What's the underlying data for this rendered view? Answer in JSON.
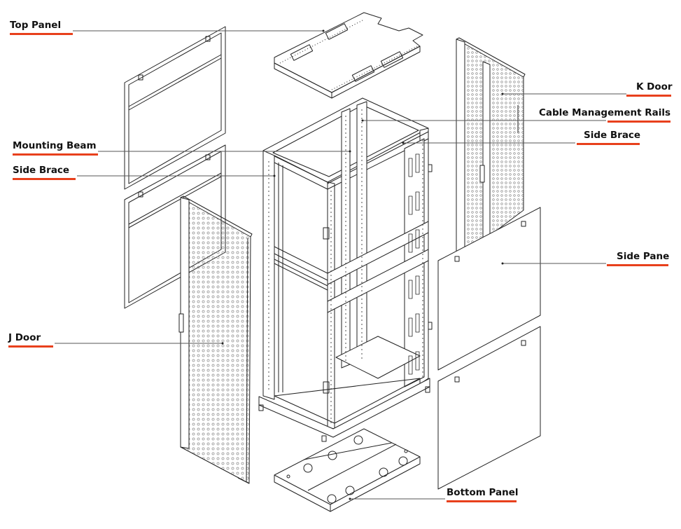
{
  "colors": {
    "accent": "#e8401c",
    "line": "#222222",
    "leader": "#555555",
    "hatch": "#999999"
  },
  "labels": {
    "top_panel": "Top Panel",
    "mounting_beam": "Mounting Beam",
    "side_brace_left": "Side Brace",
    "j_door": "J Door",
    "k_door": "K Door",
    "cable_management_rails": "Cable Management Rails",
    "side_brace_right": "Side Brace",
    "side_pane": "Side Pane",
    "bottom_panel": "Bottom Panel"
  }
}
